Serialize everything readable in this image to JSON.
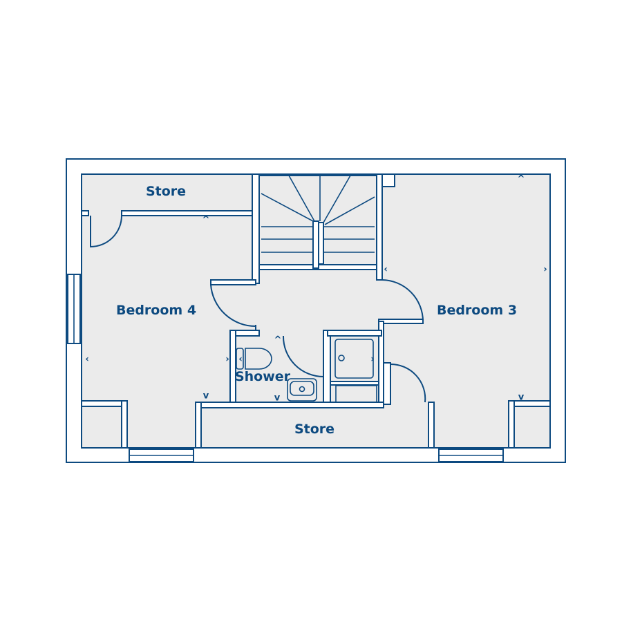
{
  "rooms": {
    "store_top": "Store",
    "bedroom_4": "Bedroom 4",
    "shower": "Shower",
    "bedroom_3": "Bedroom 3",
    "store_bottom": "Store"
  },
  "colors": {
    "line": "#0d4a80",
    "floor": "#ebebeb"
  }
}
